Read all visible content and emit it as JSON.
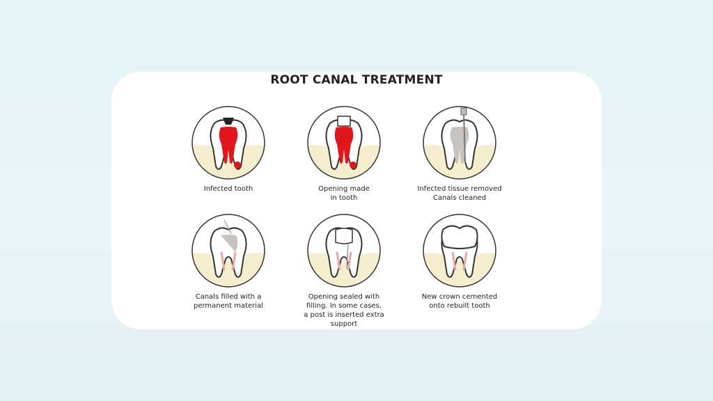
{
  "diagram": {
    "title": "ROOT CANAL TREATMENT",
    "steps": [
      {
        "caption": "Infected tooth",
        "icon": "infected-tooth-icon"
      },
      {
        "caption": "Opening made\nin tooth",
        "icon": "opened-tooth-icon"
      },
      {
        "caption": "Infected tissue removed\nCanals cleaned",
        "icon": "cleaned-canal-icon"
      },
      {
        "caption": "Canals filled with a\npermanent material",
        "icon": "filled-canal-icon"
      },
      {
        "caption": "Opening sealed with\nfilling. In some cases,\na post is inserted extra\nsupport",
        "icon": "sealed-tooth-icon"
      },
      {
        "caption": "New crown cemented\nonto rebuilt tooth",
        "icon": "crowned-tooth-icon"
      }
    ]
  },
  "colors": {
    "infection": "#e0161c",
    "gum": "#f6edce",
    "cleaned": "#c9c3c0",
    "outline": "#333333"
  }
}
